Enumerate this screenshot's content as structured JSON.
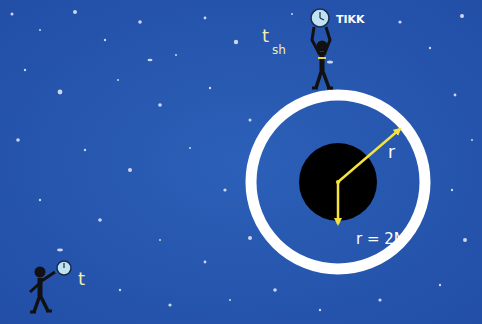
{
  "diagram": {
    "labels": [
      "TIKK",
      "t",
      "sh",
      "r",
      "r = 2M",
      "t"
    ]
  }
}
